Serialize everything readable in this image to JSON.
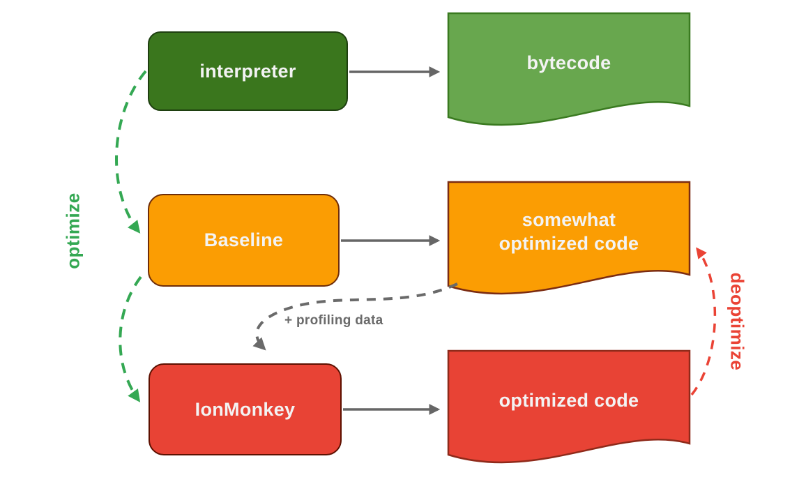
{
  "diagram": {
    "background": "#ffffff",
    "text_color": "#f3f3f3",
    "nodes": {
      "interpreter": {
        "label": "interpreter",
        "fill": "#3a761d",
        "stroke": "#1e3f10"
      },
      "baseline": {
        "label": "Baseline",
        "fill": "#fb9d03",
        "stroke": "#6f2d08"
      },
      "ionmonkey": {
        "label": "IonMonkey",
        "fill": "#e84335",
        "stroke": "#5d1000"
      }
    },
    "outputs": {
      "bytecode": {
        "label": "bytecode",
        "fill": "#68a74e",
        "stroke": "#3a7a20"
      },
      "somewhat_optimized": {
        "label": "somewhat\noptimized code",
        "fill": "#fb9d03",
        "stroke": "#7b2c12"
      },
      "optimized": {
        "label": "optimized code",
        "fill": "#e84335",
        "stroke": "#8f2a1a"
      }
    },
    "edges": {
      "optimize": {
        "label": "optimize",
        "color": "#34a853"
      },
      "deoptimize": {
        "label": "deoptimize",
        "color": "#ea4335"
      },
      "profiling": {
        "label": "+ profiling data",
        "color": "#6a6a6a"
      },
      "produce": {
        "color": "#666666"
      }
    }
  }
}
